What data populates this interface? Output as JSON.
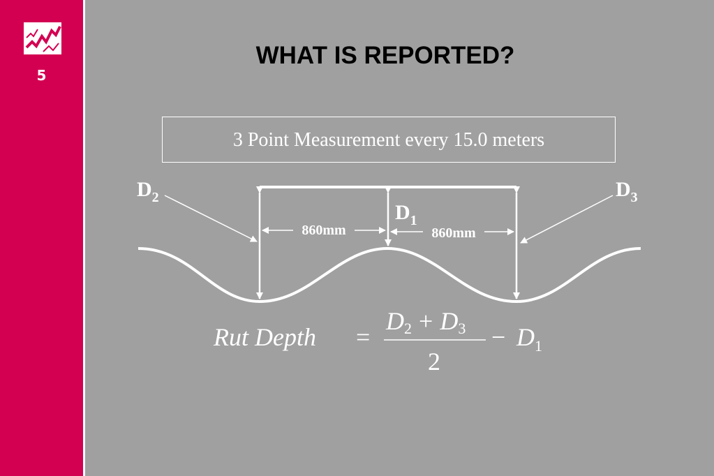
{
  "slide": {
    "number": "5",
    "title": "WHAT IS REPORTED?",
    "logo_icon": "zigzag-logo-icon",
    "accent_color": "#d30052",
    "background_color": "#a0a0a0"
  },
  "box": {
    "text": "3 Point Measurement every 15.0 meters"
  },
  "diagram": {
    "d2": {
      "base": "D",
      "sub": "2"
    },
    "d3": {
      "base": "D",
      "sub": "3"
    },
    "d1": {
      "base": "D",
      "sub": "1"
    },
    "span_left": "860mm",
    "span_right": "860mm"
  },
  "formula": {
    "lhs": "Rut Depth",
    "equals": "=",
    "num_a": "D",
    "num_a_sub": "2",
    "plus": "+",
    "num_b": "D",
    "num_b_sub": "3",
    "denominator": "2",
    "minus": "−",
    "term": "D",
    "term_sub": "1"
  }
}
